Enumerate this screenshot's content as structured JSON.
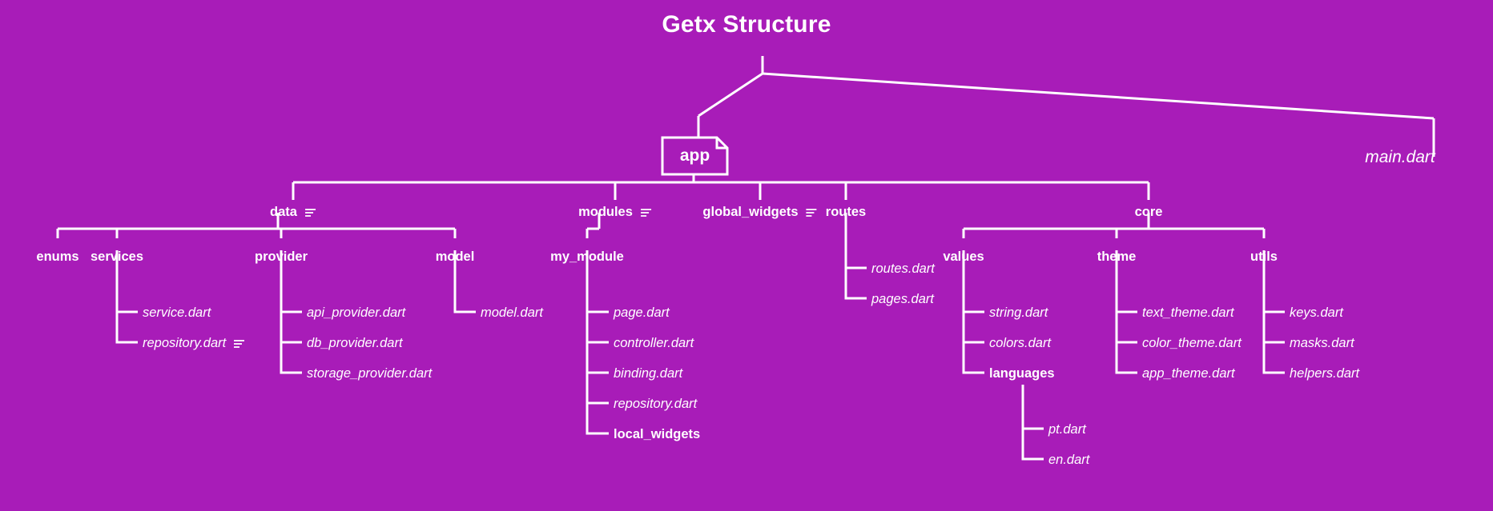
{
  "diagram": {
    "title": "Getx Structure",
    "background_color": "#a81cb8",
    "line_color": "#ffffff",
    "text_color": "#ffffff",
    "root": {
      "app": "app",
      "main": "main.dart"
    },
    "level2": {
      "data": "data",
      "modules": "modules",
      "global_widgets": "global_widgets",
      "routes": "routes",
      "core": "core"
    },
    "data_children": {
      "enums": "enums",
      "services": "services",
      "provider": "provider",
      "model": "model"
    },
    "services_files": {
      "service": "service.dart",
      "repository": "repository.dart"
    },
    "provider_files": {
      "api_provider": "api_provider.dart",
      "db_provider": "db_provider.dart",
      "storage_provider": "storage_provider.dart"
    },
    "model_files": {
      "model": "model.dart"
    },
    "modules_children": {
      "my_module": "my_module"
    },
    "my_module_files": {
      "page": "page.dart",
      "controller": "controller.dart",
      "binding": "binding.dart",
      "repository": "repository.dart",
      "local_widgets": "local_widgets"
    },
    "routes_files": {
      "routes": "routes.dart",
      "pages": "pages.dart"
    },
    "core_children": {
      "values": "values",
      "theme": "theme",
      "utils": "utils"
    },
    "values_files": {
      "string": "string.dart",
      "colors": "colors.dart",
      "languages": "languages"
    },
    "languages_files": {
      "pt": "pt.dart",
      "en": "en.dart"
    },
    "theme_files": {
      "text_theme": "text_theme.dart",
      "color_theme": "color_theme.dart",
      "app_theme": "app_theme.dart"
    },
    "utils_files": {
      "keys": "keys.dart",
      "masks": "masks.dart",
      "helpers": "helpers.dart"
    },
    "icons": {
      "menu": "menu-icon",
      "note": "note-icon"
    }
  }
}
